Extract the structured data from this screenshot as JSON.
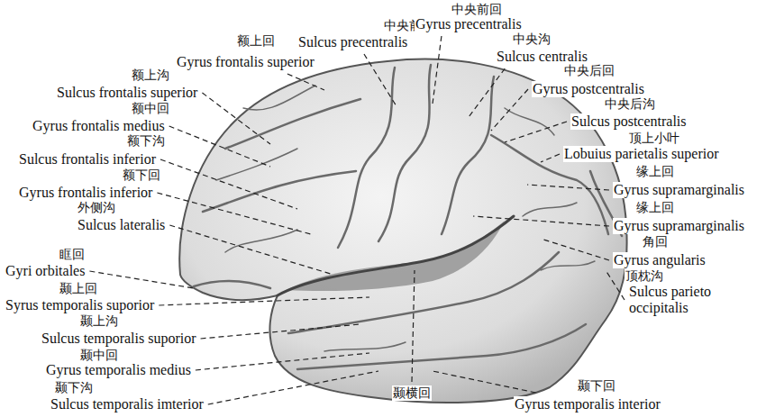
{
  "diagram": {
    "labels": [
      "中央前沟",
      "Sulcus precentralis",
      "中央前回",
      "Gyrus precentralis",
      "额上回",
      "Gyrus frontalis superior",
      "中央沟",
      "Sulcus centralis",
      "中央后回",
      "Gyrus postcentralis",
      "中央后沟",
      "Sulcus postcentralis",
      "顶上小叶",
      "Lobuius parietalis superior",
      "缘上回",
      "Gyrus supramarginalis",
      "缘上回",
      "Gyrus supramarginalis",
      "角回",
      "Gyrus angularis",
      "顶枕沟",
      "Sulcus parieto occipitalis",
      "额上沟",
      "Sulcus frontalis superior",
      "额中回",
      "Gyrus frontalis medius",
      "额下沟",
      "Sulcus frontalis inferior",
      "额下回",
      "Gyrus frontalis inferior",
      "外侧沟",
      "Sulcus lateralis",
      "眶回",
      "Gyri orbitales",
      "颞上回",
      "Syrus temporalis suporior",
      "颞上沟",
      "Sulcus temporalis suporior",
      "颞中回",
      "Gyrus temporalis medius",
      "颞下沟",
      "Sulcus temporalis imterior",
      "颞横回",
      "颞下回",
      "Gyrus temporalis interior"
    ]
  }
}
